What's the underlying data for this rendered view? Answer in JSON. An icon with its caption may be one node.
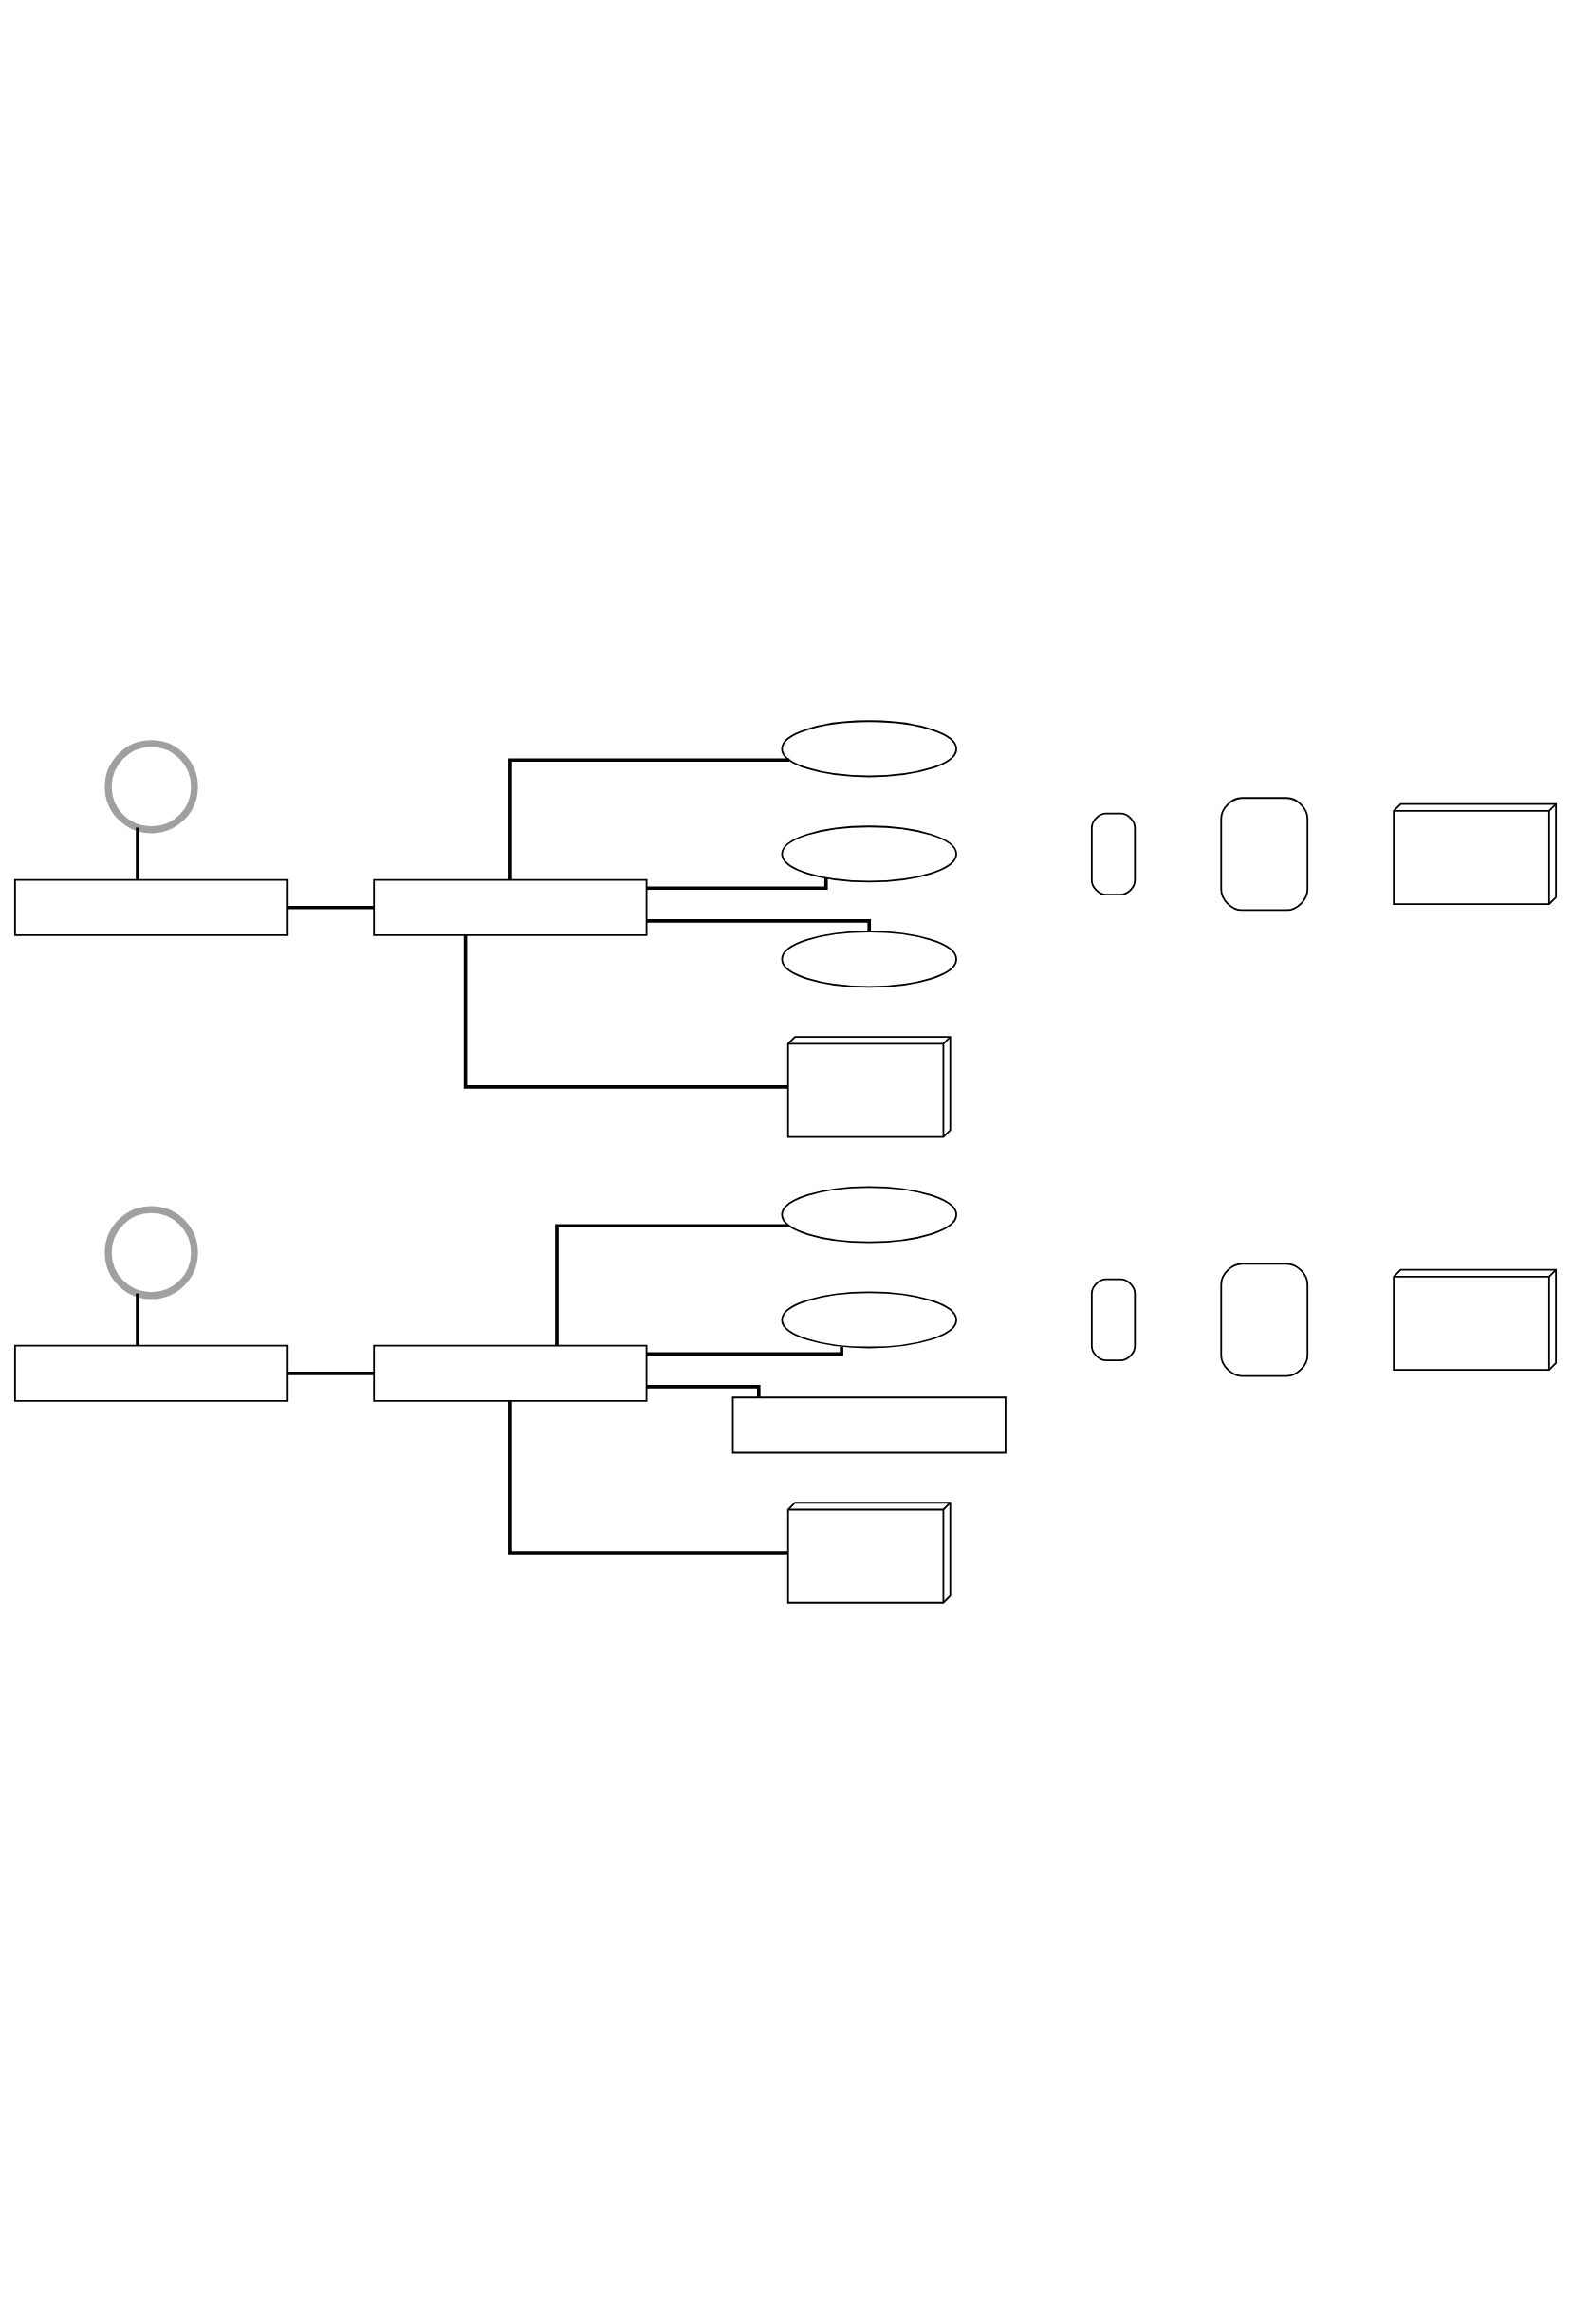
{
  "diagram": {
    "nodes": [
      {
        "text": [],
        "shape": "circle"
      },
      {
        "text": [],
        "shape": "box"
      },
      {
        "text": [],
        "shape": "box"
      },
      {
        "text": [],
        "shape": "dome"
      },
      {
        "text": [],
        "shape": "dome"
      },
      {
        "text": [],
        "shape": "dome"
      },
      {
        "text": [],
        "shape": "laptop"
      },
      {
        "text": [],
        "shape": "phone"
      },
      {
        "text": [],
        "shape": "tablet"
      },
      {
        "text": [],
        "shape": "laptop"
      },
      {
        "text": [],
        "shape": "circle"
      },
      {
        "text": [],
        "shape": "box"
      },
      {
        "text": [],
        "shape": "box"
      },
      {
        "text": [],
        "shape": "dome"
      },
      {
        "text": [],
        "shape": "dome"
      },
      {
        "text": [],
        "shape": "box"
      },
      {
        "text": [],
        "shape": "laptop"
      },
      {
        "text": [],
        "shape": "phone"
      },
      {
        "text": [],
        "shape": "tablet"
      },
      {
        "text": [],
        "shape": "laptop"
      }
    ],
    "edges": [
      {
        "from": 0,
        "to": 1,
        "arrow": "none"
      },
      {
        "from": 1,
        "to": 2,
        "arrow": "none"
      },
      {
        "from": 2,
        "to": 3,
        "arrow": "none"
      },
      {
        "from": 2,
        "to": 4,
        "arrow": "none"
      },
      {
        "from": 2,
        "to": 5,
        "arrow": "none"
      },
      {
        "from": 2,
        "to": 6,
        "arrow": "none"
      },
      {
        "from": 10,
        "to": 11,
        "arrow": "none"
      },
      {
        "from": 11,
        "to": 12,
        "arrow": "none"
      },
      {
        "from": 12,
        "to": 13,
        "arrow": "none"
      },
      {
        "from": 12,
        "to": 14,
        "arrow": "none"
      },
      {
        "from": 12,
        "to": 15,
        "arrow": "none"
      },
      {
        "from": 12,
        "to": 16,
        "arrow": "none"
      }
    ]
  }
}
